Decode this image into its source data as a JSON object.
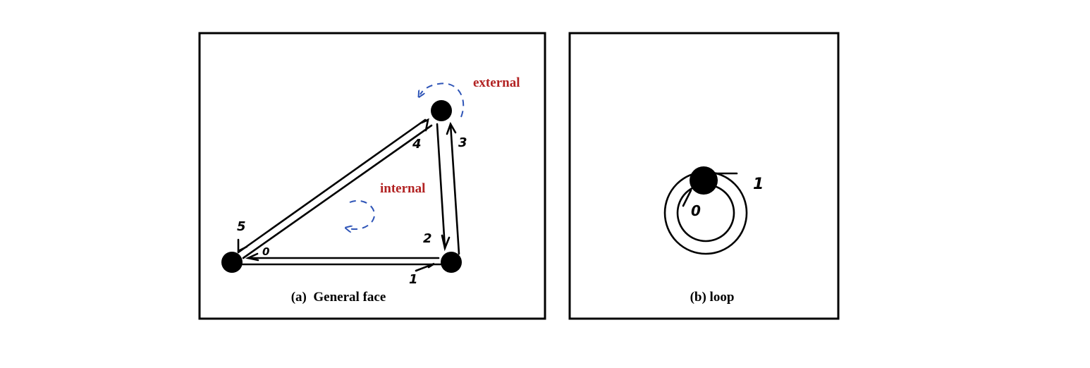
{
  "panel_a": {
    "caption": "(a)  General face",
    "external_label": "external",
    "internal_label": "internal",
    "edge_labels": [
      "0",
      "1",
      "2",
      "3",
      "4",
      "5"
    ]
  },
  "panel_b": {
    "caption": "(b) loop",
    "edge_labels": [
      "0",
      "1"
    ]
  },
  "colors": {
    "label_red": "#b22222",
    "arrow_blue": "#2f55b7",
    "stroke": "#000000",
    "background": "#ffffff"
  }
}
